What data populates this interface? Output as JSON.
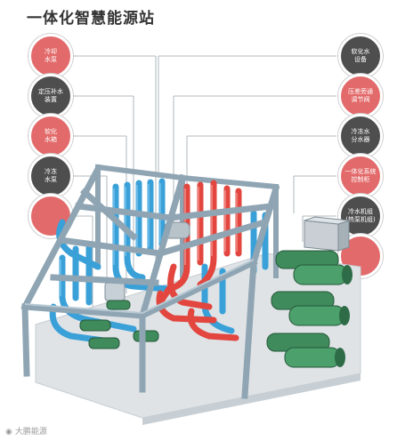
{
  "title": "一体化智慧能源站",
  "watermark": {
    "icon": "weibo-icon",
    "text": "大鹏能源"
  },
  "colors": {
    "red": "#e36a6a",
    "dark": "#4e4e4e",
    "pipe_blue": "#3aa0d8",
    "pipe_red": "#e2463e",
    "frame": "#8fa5b3",
    "pump_green": "#3f8b5c",
    "floor": "#dfe3e6"
  },
  "left_labels": [
    {
      "text": "冷却\n水泵",
      "color": "red"
    },
    {
      "text": "定压补水\n装置",
      "color": "dark"
    },
    {
      "text": "软化\n水箱",
      "color": "red"
    },
    {
      "text": "冷冻\n水泵",
      "color": "dark"
    },
    {
      "text": "",
      "color": "red"
    }
  ],
  "right_labels": [
    {
      "text": "软化水\n设备",
      "color": "dark"
    },
    {
      "text": "压差旁通\n调节阀",
      "color": "red"
    },
    {
      "text": "冷冻水\n分水器",
      "color": "dark"
    },
    {
      "text": "一体化系统\n控制柜",
      "color": "red"
    },
    {
      "text": "冷水机组\n(热泵机组)",
      "color": "dark"
    },
    {
      "text": "",
      "color": "red"
    }
  ]
}
